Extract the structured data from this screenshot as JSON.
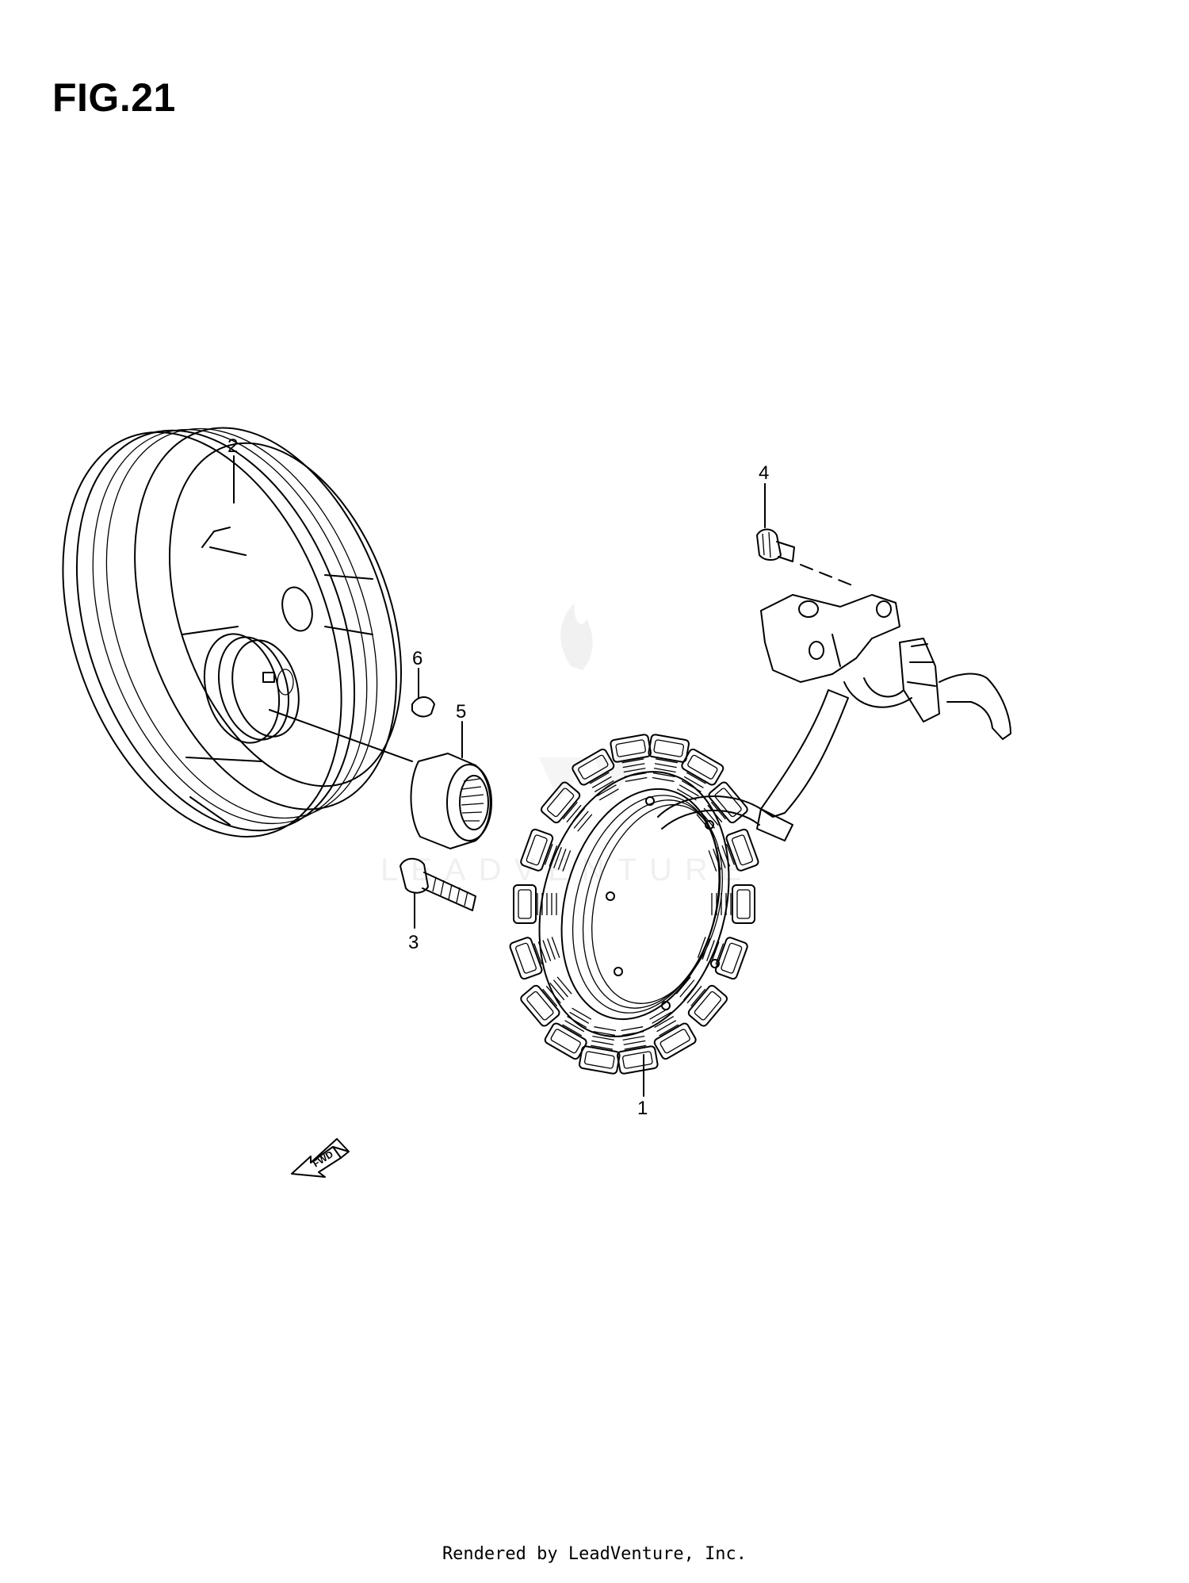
{
  "title": "FIG.21",
  "footer": "Rendered by LeadVenture, Inc.",
  "watermark": "LEADVENTURE",
  "fwd_label": "FWD",
  "parts": [
    {
      "callout": "1"
    },
    {
      "callout": "2"
    },
    {
      "callout": "3"
    },
    {
      "callout": "4"
    },
    {
      "callout": "5"
    },
    {
      "callout": "6"
    }
  ]
}
